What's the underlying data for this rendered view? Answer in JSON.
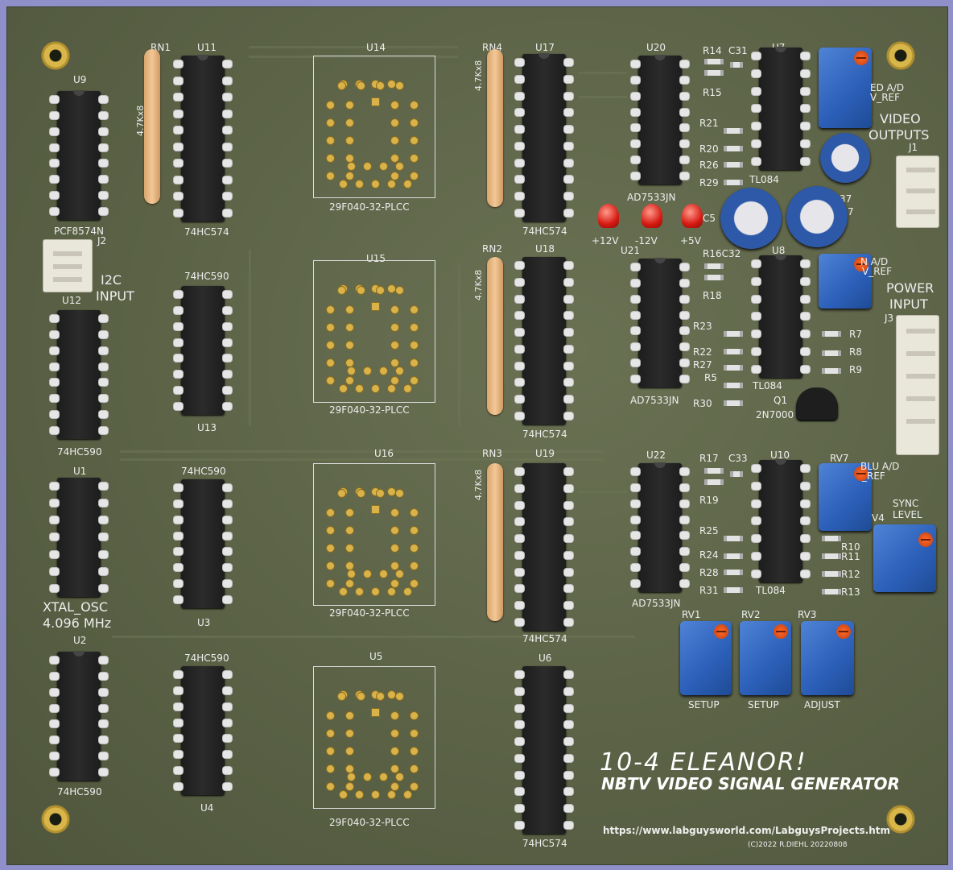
{
  "labels": {
    "rn1": "RN1",
    "u11": "U11",
    "u14": "U14",
    "rn4": "RN4",
    "u17": "U17",
    "u20": "U20",
    "r14": "R14",
    "c31": "C31",
    "u7": "U7",
    "r15": "R15",
    "u9": "U9",
    "red_ad": "ED A/D",
    "v_ref_1": "V_REF",
    "video_outputs_1": "VIDEO",
    "video_outputs_2": "OUTPUTS",
    "r21": "R21",
    "r20": "R20",
    "r26": "R26",
    "r29": "R29",
    "j1": "J1",
    "c37": "37",
    "seven": "7",
    "tl084_1": "TL084",
    "ad7533_1": "AD7533JN",
    "plcc_1": "29F040-32-PLCC",
    "hc574_1": "74HC574",
    "hc574_2": "74HC574",
    "rnet_val": "4.7Kx8",
    "rn1_val": "4.7Kx8",
    "led1": "+12V",
    "led2": "-12V",
    "led3": "+5V",
    "c5": "C5",
    "pcf": "PCF8574N",
    "j2": "J2",
    "i2c_1": "I2C",
    "i2c_2": "INPUT",
    "u12": "U12",
    "hc590_1": "74HC590",
    "u15": "U15",
    "rn2": "RN2",
    "u18": "U18",
    "u21": "U21",
    "r16c32": "R16C32",
    "u8": "U8",
    "grn_ad": "N A/D",
    "v_ref_2": "V_REF",
    "power_input_1": "POWER",
    "power_input_2": "INPUT",
    "j3": "J3",
    "r18": "R18",
    "r23": "R23",
    "r22": "R22",
    "r27": "R27",
    "r5": "R5",
    "r30": "R30",
    "r7": "R7",
    "r8": "R8",
    "r9": "R9",
    "tl084_2": "TL084",
    "ad7533_2": "AD7533JN",
    "q1": "Q1",
    "q1_val": "2N7000",
    "u13": "U13",
    "hc590_2": "74HC590",
    "plcc_2": "29F040-32-PLCC",
    "hc574_3": "74HC574",
    "u1": "U1",
    "hc590_3": "74HC590",
    "u16": "U16",
    "rn3": "RN3",
    "u19": "U19",
    "u22": "U22",
    "r17": "R17",
    "c33": "C33",
    "u10": "U10",
    "rv7": "RV7",
    "blu_ad": "BLU A/D",
    "v_ref_3": "_REF",
    "sync_1": "SYNC",
    "sync_2": "LEVEL",
    "rv4": "V4",
    "r19": "R19",
    "r25": "R25",
    "r24": "R24",
    "r28": "R28",
    "r31": "R31",
    "r10": "R10",
    "r11": "R11",
    "r12": "R12",
    "r13": "R13",
    "tl084_3": "TL084",
    "ad7533_3": "AD7533JN",
    "plcc_3": "29F040-32-PLCC",
    "hc574_4": "74HC574",
    "xtal_1": "XTAL_OSC",
    "xtal_2": "4.096 MHz",
    "u3": "U3",
    "rv1": "RV1",
    "rv2": "RV2",
    "rv3": "RV3",
    "setup_1": "SETUP",
    "setup_2": "SETUP",
    "adjust": "ADJUST",
    "u2": "U2",
    "hc590_4": "74HC590",
    "hc590_5": "74HC590",
    "u4": "U4",
    "u5": "U5",
    "u6": "U6",
    "plcc_4": "29F040-32-PLCC",
    "hc574_5": "74HC574"
  },
  "title": {
    "line1": "10-4 ELEANOR!",
    "line2": "NBTV VIDEO SIGNAL GENERATOR",
    "url": "https://www.labguysworld.com/LabguysProjects.htm",
    "credit": "(C)2022   R.DIEHL   20220808"
  },
  "colors": {
    "board": "#5b6246",
    "silkscreen": "#eeeeee",
    "pad": "#d9b24a",
    "trimpot": "#2b5fb8",
    "led": "#d51a12"
  }
}
